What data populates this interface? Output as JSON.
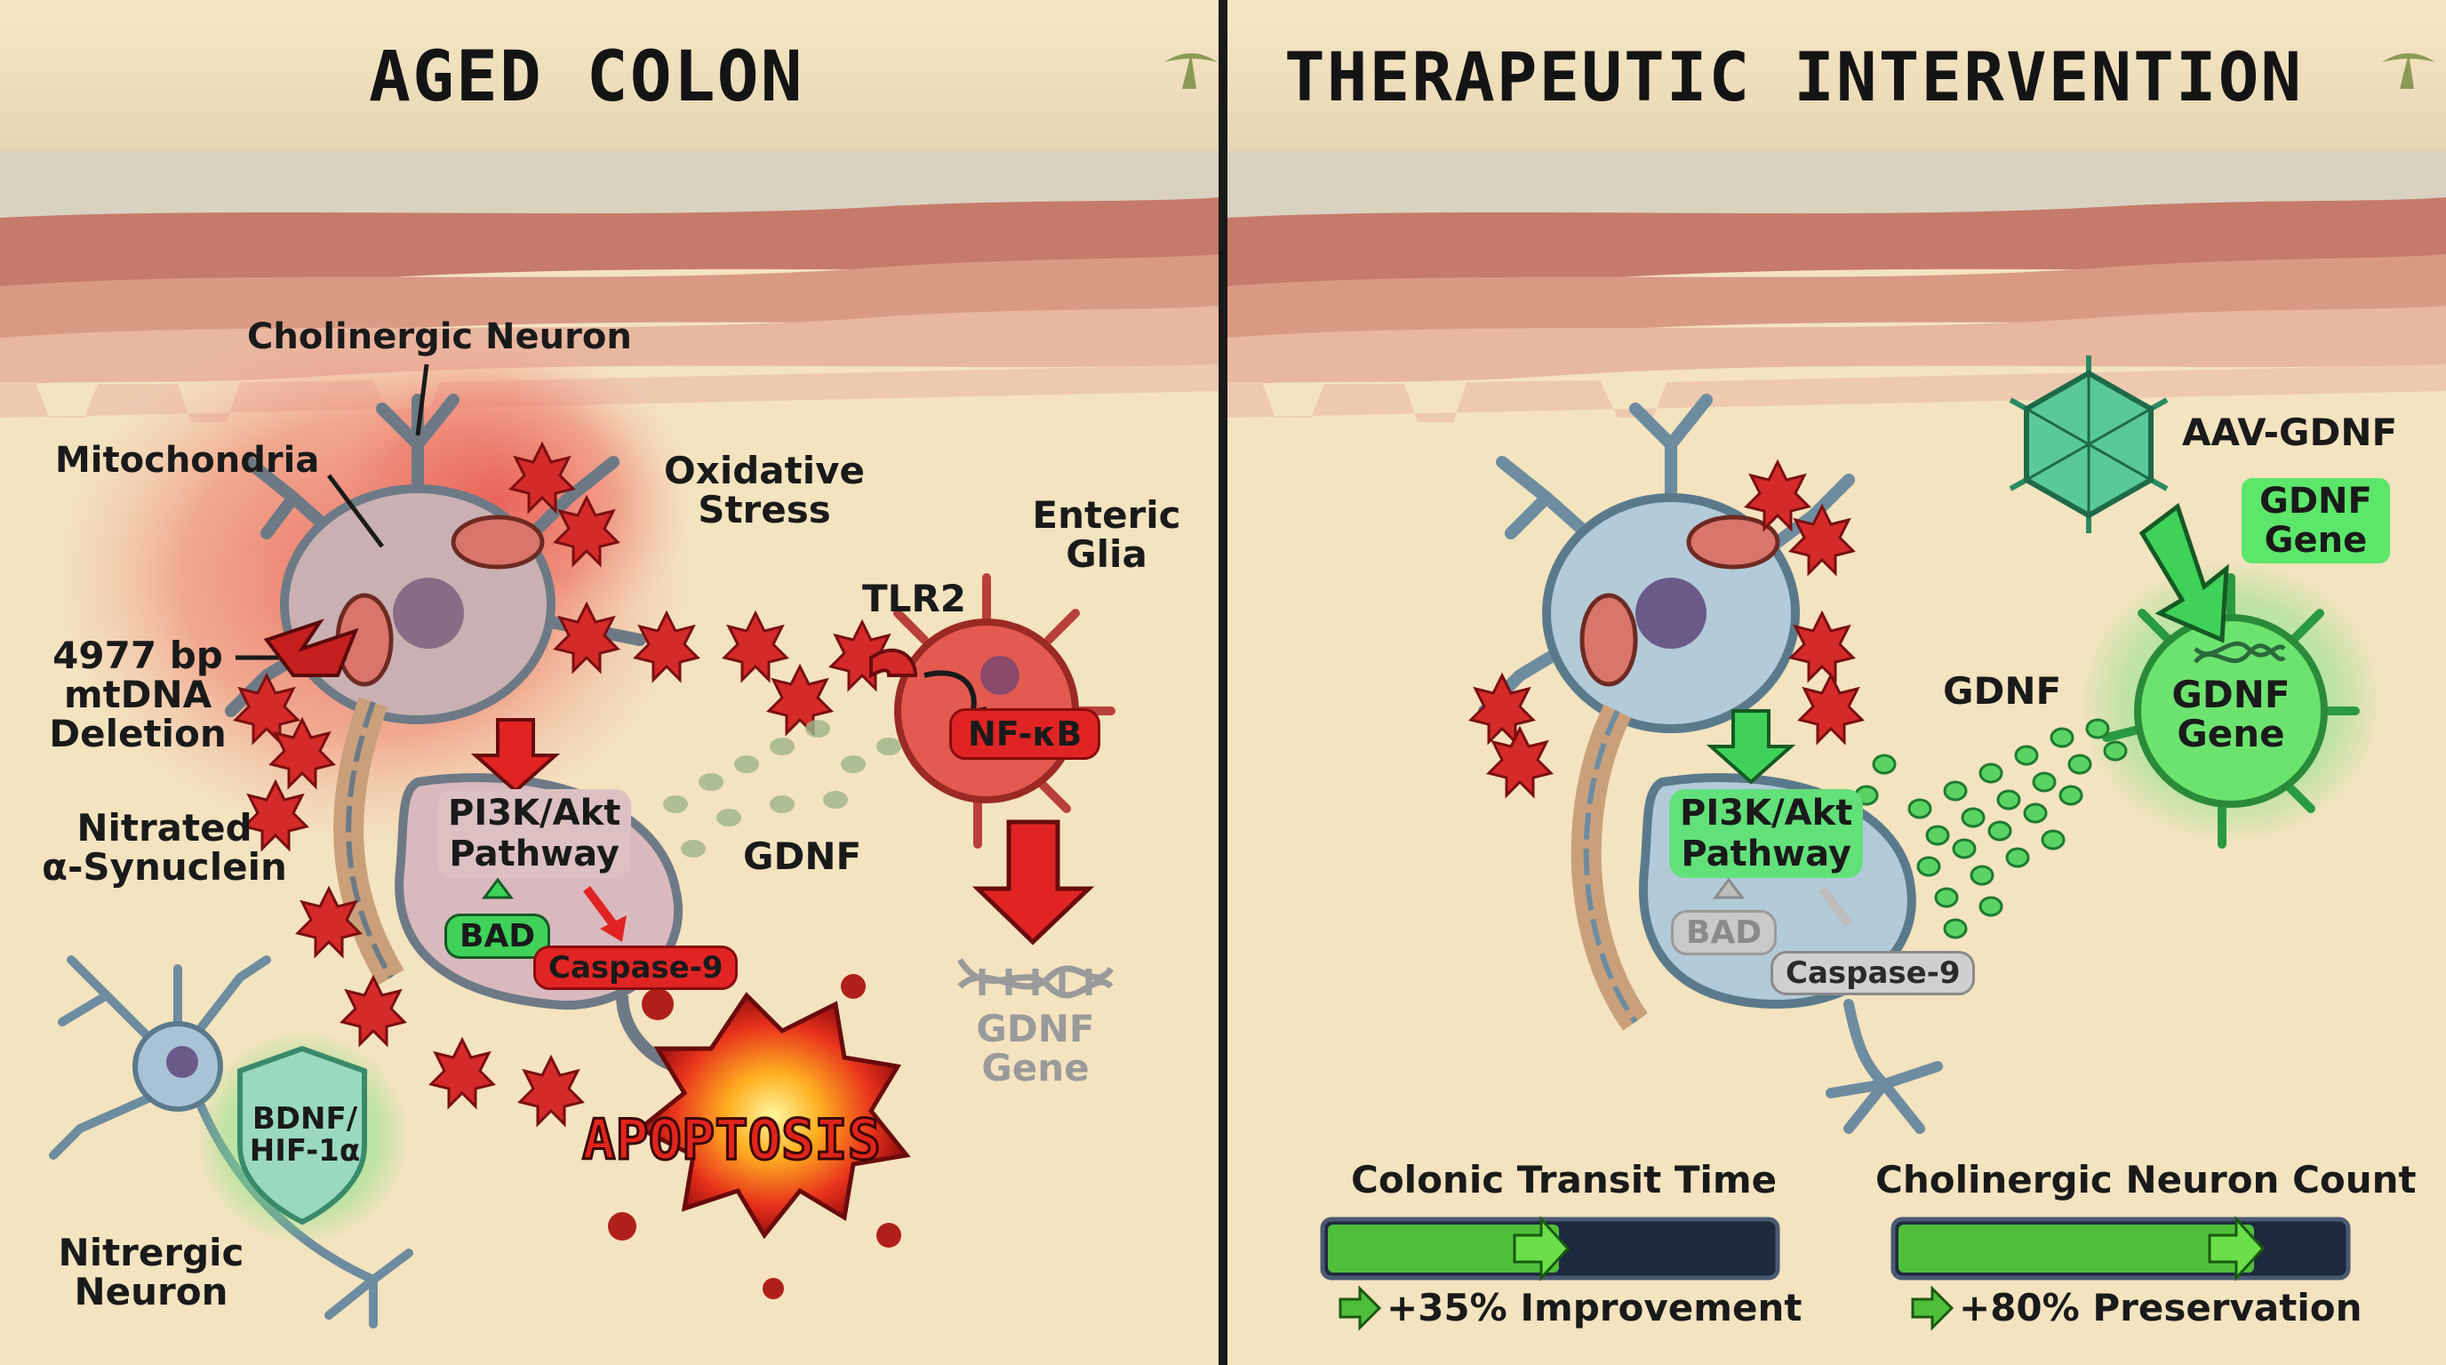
{
  "panels": {
    "left_title": "AGED COLON",
    "right_title": "THERAPEUTIC INTERVENTION"
  },
  "aged": {
    "cholinergic_neuron": "Cholinergic Neuron",
    "mitochondria": "Mitochondria",
    "oxidative_stress_1": "Oxidative",
    "oxidative_stress_2": "Stress",
    "enteric_glia_1": "Enteric",
    "enteric_glia_2": "Glia",
    "tlr2": "TLR2",
    "nfkb": "NF-κB",
    "deletion_1": "4977 bp",
    "deletion_2": "mtDNA",
    "deletion_3": "Deletion",
    "nitrated_1": "Nitrated",
    "nitrated_2": "α-Synuclein",
    "pathway_1": "PI3K/Akt",
    "pathway_2": "Pathway",
    "bad": "BAD",
    "caspase": "Caspase-9",
    "gdnf": "GDNF",
    "gdnf_gene_1": "GDNF",
    "gdnf_gene_2": "Gene",
    "apoptosis": "APOPTOSIS",
    "bdnf_1": "BDNF/",
    "bdnf_2": "HIF-1α",
    "nitrergic_1": "Nitrergic",
    "nitrergic_2": "Neuron"
  },
  "therapy": {
    "aav": "AAV-GDNF",
    "gdnf_gene_label_1": "GDNF",
    "gdnf_gene_label_2": "Gene",
    "gdnf": "GDNF",
    "glia_gene_1": "GDNF",
    "glia_gene_2": "Gene",
    "pathway_1": "PI3K/Akt",
    "pathway_2": "Pathway",
    "bad": "BAD",
    "caspase": "Caspase-9"
  },
  "metrics": [
    {
      "label": "Colonic Transit Time",
      "result": "+35% Improvement",
      "fill": 0.52
    },
    {
      "label": "Cholinergic Neuron Count",
      "result": "+80% Preservation",
      "fill": 0.8
    }
  ],
  "colors": {
    "background": "#f3e3bf",
    "accent_red": "#e02424",
    "accent_green": "#3fd15a",
    "divider": "#1a1a1a"
  }
}
